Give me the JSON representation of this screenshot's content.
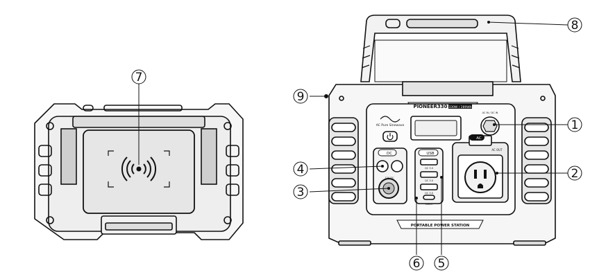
{
  "callouts": [
    "1",
    "2",
    "3",
    "4",
    "5",
    "6",
    "7",
    "8",
    "9"
  ],
  "device": {
    "brand_label": "PIONEER330",
    "brand_badge": "330W / 289Wh",
    "bottom_label": "PORTABLE POWER STATION",
    "ac_button": "AC",
    "dc_button": "DC",
    "usb_button": "USB",
    "ac_out": "AC OUT",
    "dc_out": "12V DC",
    "qc": "QC 3.0",
    "usbc": "USB-C",
    "mode_label": "AC Pure Sinewave",
    "ac_in_label": "AC IN / DC IN"
  },
  "colors": {
    "line": "#111111",
    "fill": "#f4f4f4",
    "dark": "#1a1a1a"
  }
}
